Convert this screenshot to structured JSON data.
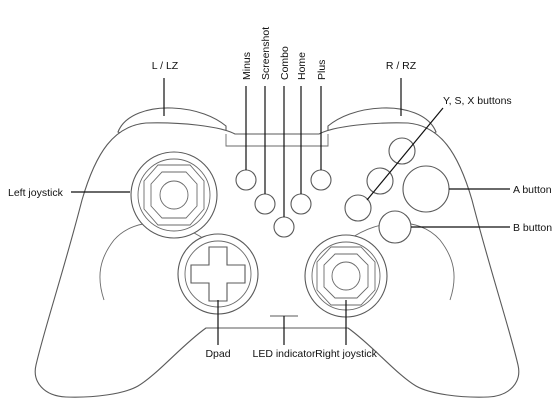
{
  "labels": {
    "l_lz": "L / LZ",
    "r_rz": "R / RZ",
    "minus": "Minus",
    "screenshot": "Screenshot",
    "combo": "Combo",
    "home": "Home",
    "plus": "Plus",
    "ysx": "Y, S, X buttons",
    "a_button": "A button",
    "b_button": "B button",
    "left_joystick": "Left joystick",
    "right_joystick": "Right joystick",
    "dpad": "Dpad",
    "led": "LED indicator"
  },
  "colors": {
    "outline": "#5a5a5a",
    "leader": "#111111",
    "background": "#ffffff"
  }
}
